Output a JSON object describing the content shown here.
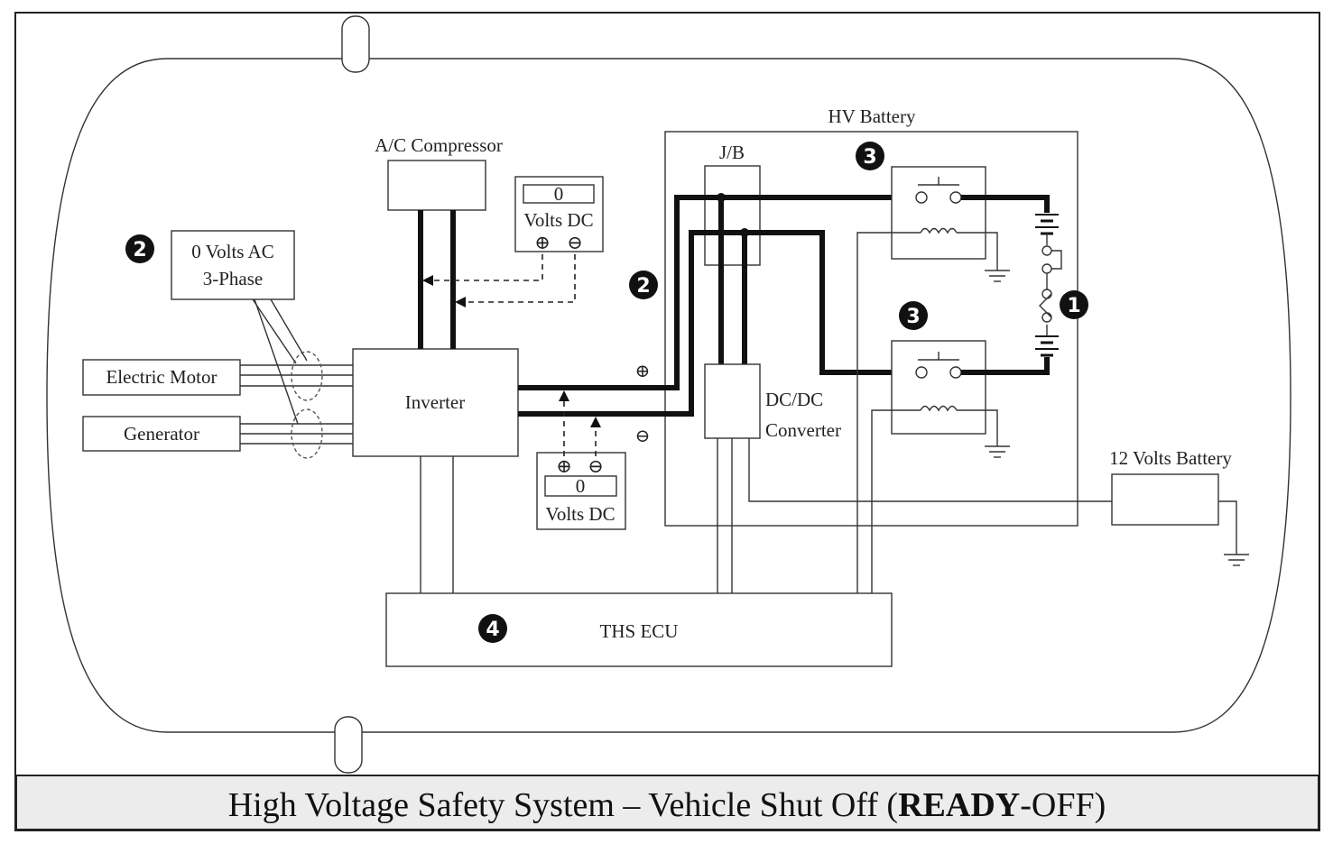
{
  "labels": {
    "hv_battery": "HV Battery",
    "jb": "J/B",
    "ac_compressor": "A/C Compressor",
    "inverter": "Inverter",
    "electric_motor": "Electric Motor",
    "generator": "Generator",
    "ac_readout_line1": "0 Volts AC",
    "ac_readout_line2": "3-Phase",
    "dcdc_line1": "DC/DC",
    "dcdc_line2": "Converter",
    "battery_12v": "12 Volts Battery",
    "ths_ecu": "THS ECU"
  },
  "meters": {
    "top": {
      "value": "0",
      "unit": "Volts DC",
      "plus": "⊕",
      "minus": "⊖"
    },
    "bottom": {
      "value": "0",
      "unit": "Volts DC",
      "plus": "⊕",
      "minus": "⊖"
    }
  },
  "polarity": {
    "plus": "⊕",
    "minus": "⊖"
  },
  "badges": {
    "one": "1",
    "two_left": "2",
    "two_mid": "2",
    "three_top": "3",
    "three_bottom": "3",
    "four": "4"
  },
  "caption": {
    "prefix": "High Voltage Safety System – Vehicle Shut Off (",
    "bold": "READY",
    "suffix": "-OFF)"
  }
}
